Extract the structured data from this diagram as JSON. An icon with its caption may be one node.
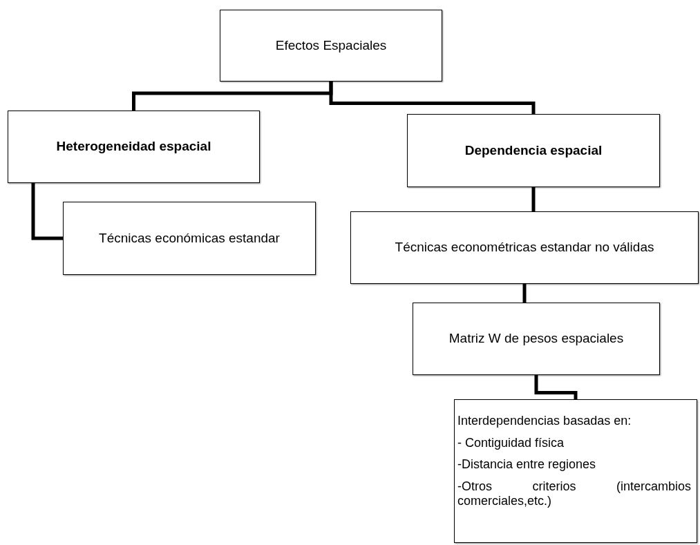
{
  "diagram": {
    "nodes": [
      {
        "text": [
          "Efectos Espaciales"
        ]
      },
      {
        "text": [
          "Heterogeneidad espacial"
        ]
      },
      {
        "text": [
          "Técnicas económicas estandar"
        ]
      },
      {
        "text": [
          "Dependencia espacial"
        ]
      },
      {
        "text": [
          "Técnicas econométricas estandar no válidas"
        ]
      },
      {
        "text": [
          "Matriz W de pesos espaciales"
        ]
      },
      {
        "text": [
          "Interdependencias basadas en:",
          "- Contiguidad física",
          "-Distancia entre regiones",
          "-Otros criterios (intercambios comerciales,etc.)"
        ]
      }
    ],
    "edges": [
      {
        "from": 0,
        "to": 1,
        "arrow": "none"
      },
      {
        "from": 0,
        "to": 3,
        "arrow": "none"
      },
      {
        "from": 1,
        "to": 2,
        "arrow": "none"
      },
      {
        "from": 3,
        "to": 4,
        "arrow": "none"
      },
      {
        "from": 4,
        "to": 5,
        "arrow": "none"
      },
      {
        "from": 5,
        "to": 6,
        "arrow": "none"
      }
    ]
  }
}
